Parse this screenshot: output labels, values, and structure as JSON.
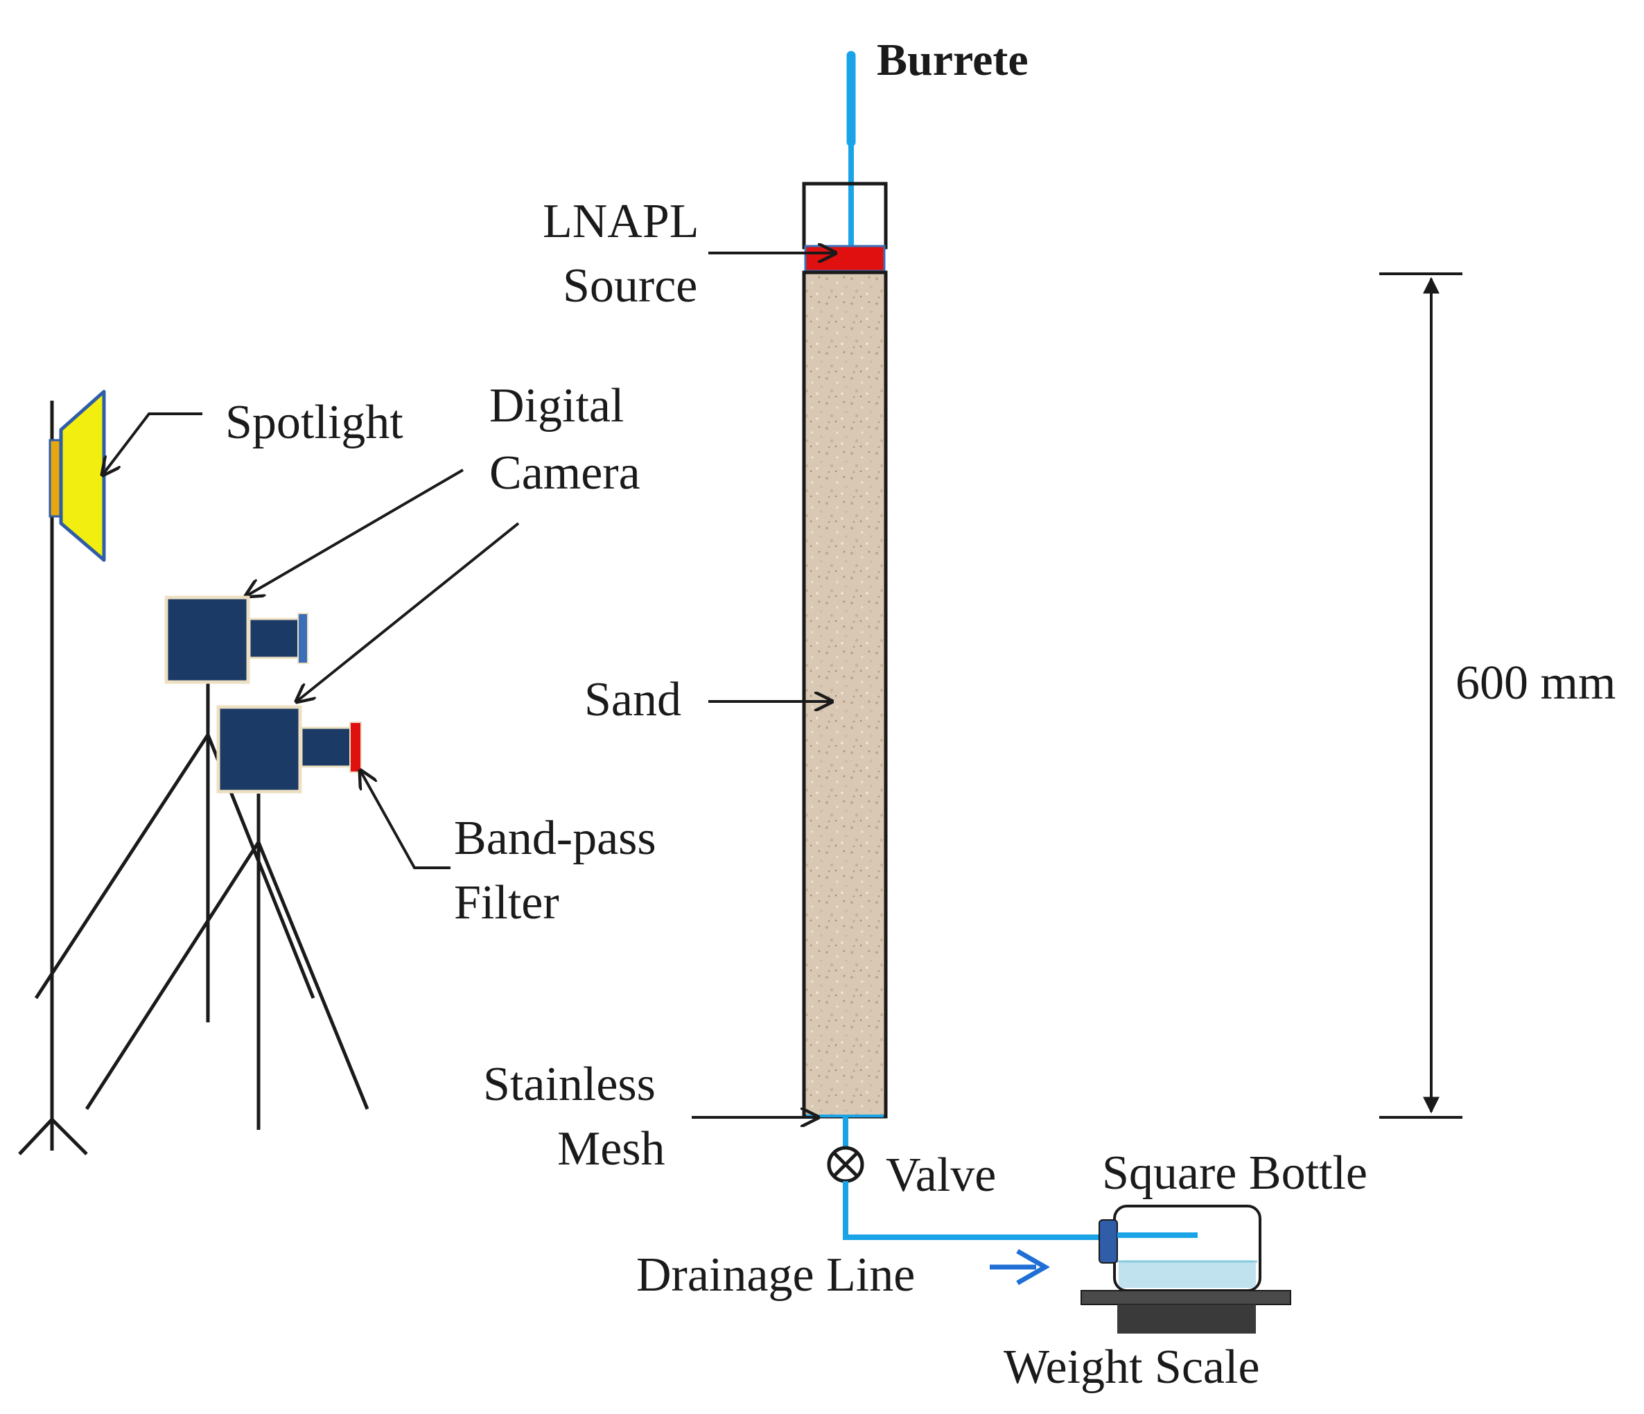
{
  "labels": {
    "burrete": "Burrete",
    "lnapl_line1": "LNAPL",
    "lnapl_line2": "Source",
    "spotlight": "Spotlight",
    "camera_line1": "Digital",
    "camera_line2": "Camera",
    "sand": "Sand",
    "filter_line1": "Band-pass",
    "filter_line2": "Filter",
    "mesh_line1": "Stainless",
    "mesh_line2": "Mesh",
    "valve": "Valve",
    "bottle": "Square Bottle",
    "drainage": "Drainage Line",
    "scale": "Weight Scale",
    "dimension": "600 mm"
  },
  "colors": {
    "tube_blue": "#1aa3e6",
    "lnapl_red": "#e01010",
    "sand": "#d9c8b4",
    "camera_navy": "#1c3a66",
    "spotlight_yellow": "#f2ef10",
    "spotlight_frame": "#2f5da8",
    "spotlight_mount": "#e6a80f",
    "arrow_blue": "#1f6fd6",
    "water": "#bfe2ee",
    "scale_dark": "#3a3a3a",
    "line": "#1a1a1a"
  },
  "icons": {
    "valve": "circle-cross-icon",
    "drainage_arrow": "arrow-right-icon"
  }
}
